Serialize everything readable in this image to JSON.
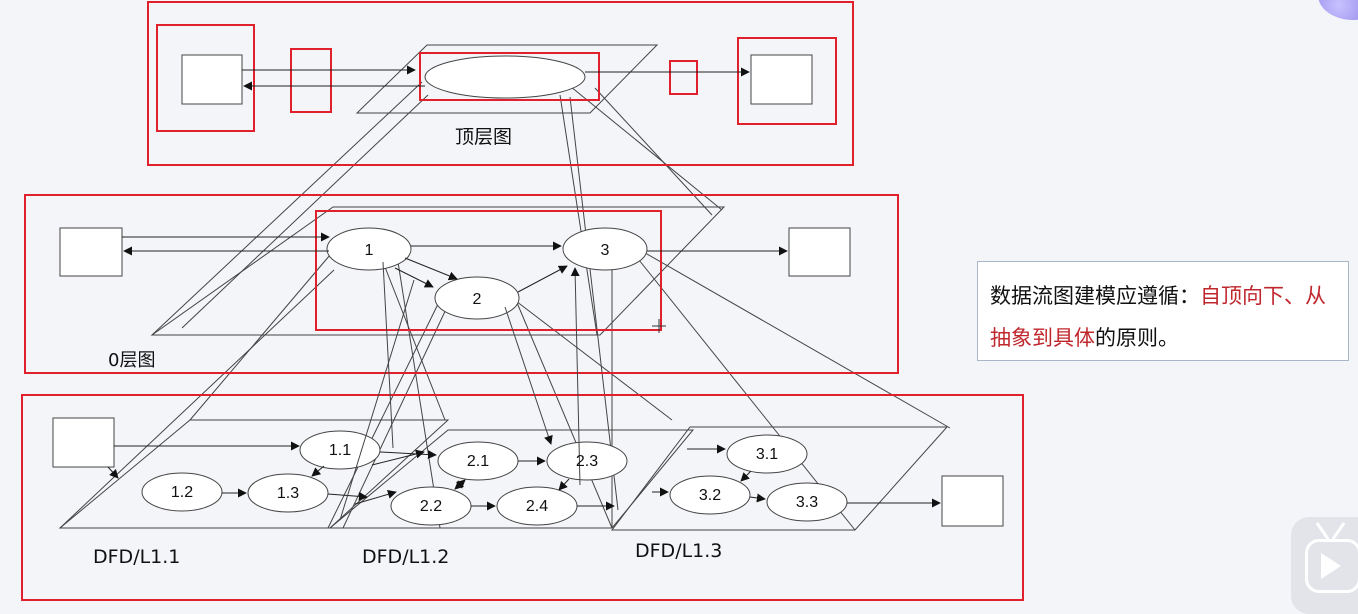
{
  "labels": {
    "top": "顶层图",
    "level0": "0层图",
    "l11": "DFD/L1.1",
    "l12": "DFD/L1.2",
    "l13": "DFD/L1.3"
  },
  "nodes": {
    "p1": "1",
    "p2": "2",
    "p3": "3",
    "p11": "1.1",
    "p12": "1.2",
    "p13": "1.3",
    "p21": "2.1",
    "p22": "2.2",
    "p23": "2.3",
    "p24": "2.4",
    "p31": "3.1",
    "p32": "3.2",
    "p33": "3.3"
  },
  "note": {
    "prefix": "数据流图建模应遵循：",
    "highlight": "自顶向下、从抽象到具体",
    "suffix": "的原则。"
  },
  "colors": {
    "highlight_box": "#e0202c",
    "line": "#333333",
    "note_text_highlight": "#c0272d"
  },
  "icons": [
    "tv-logo-icon"
  ]
}
